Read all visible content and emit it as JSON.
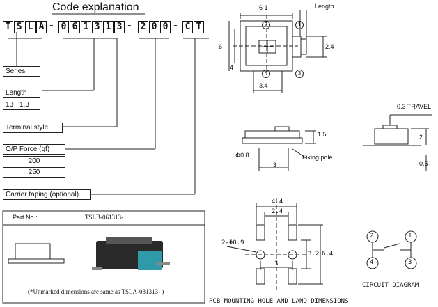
{
  "code_explanation": {
    "title": "Code explanation",
    "code": {
      "part1": [
        "T",
        "S",
        "L",
        "A"
      ],
      "part2": [
        "0",
        "6",
        "1",
        "3",
        "1",
        "3"
      ],
      "part3": [
        "2",
        "0",
        "0"
      ],
      "part4": [
        "C",
        "T"
      ],
      "dash": "-"
    },
    "series_label": "Series",
    "length_label": "Length",
    "length_values": [
      "13",
      "1.3"
    ],
    "terminal_style_label": "Terminal style",
    "op_force_label": "O/P Force (gf)",
    "op_force_values": [
      "200",
      "250"
    ],
    "carrier_label": "Carrier taping (optional)"
  },
  "top_view": {
    "dim_width": "6 1",
    "dim_height": "6",
    "dim_inner_height": "4",
    "dim_bottom": "3.4",
    "length_label": "Length",
    "dim_length": "2.4",
    "pins": [
      "2",
      "1",
      "4",
      "3"
    ]
  },
  "side_view": {
    "dim_height": "1.5",
    "dim_hole": "Φ0.8",
    "dim_spacing": "3",
    "fixing_pole_label": "Fixing pole"
  },
  "end_view": {
    "travel_label": "0.3 TRAVEL",
    "dim_height": "2",
    "dim_base": "0.5"
  },
  "part_panel": {
    "part_no_label": "Part No.:",
    "part_no_value": "TSLB-061313-",
    "note": "(*Unmarked dimensions are same as TSLA-031313- )"
  },
  "pcb": {
    "dim_outer": "4.4",
    "dim_inner": "2.4",
    "hole_label": "2-Φ0.9",
    "dim_spacing": "3",
    "dim_v_inner": "3.2",
    "dim_v_outer": "6.4",
    "caption": "PCB MOUNTING HOLE AND LAND DIMENSIONS"
  },
  "circuit": {
    "pins": [
      "2",
      "1",
      "4",
      "3"
    ],
    "caption": "CIRCUIT DIAGRAM"
  }
}
